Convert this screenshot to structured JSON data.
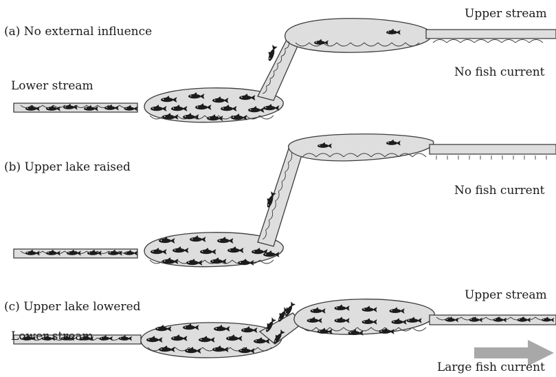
{
  "panels": [
    {
      "title": "(a) No external influence",
      "lower_label": "Lower stream",
      "upper_label": "Upper stream",
      "current_label": "No fish current"
    },
    {
      "title": "(b) Upper lake raised",
      "lower_label": "",
      "upper_label": "",
      "current_label": "No fish current"
    },
    {
      "title": "(c) Upper lake lowered",
      "lower_label": "Lower stream",
      "upper_label": "Upper stream",
      "current_label": "Large fish current"
    }
  ],
  "colors": {
    "water_fill": "#dedede",
    "outline": "#3a3a3a",
    "fish": "#1c1c1c",
    "arrow": "#a8a8a8"
  }
}
